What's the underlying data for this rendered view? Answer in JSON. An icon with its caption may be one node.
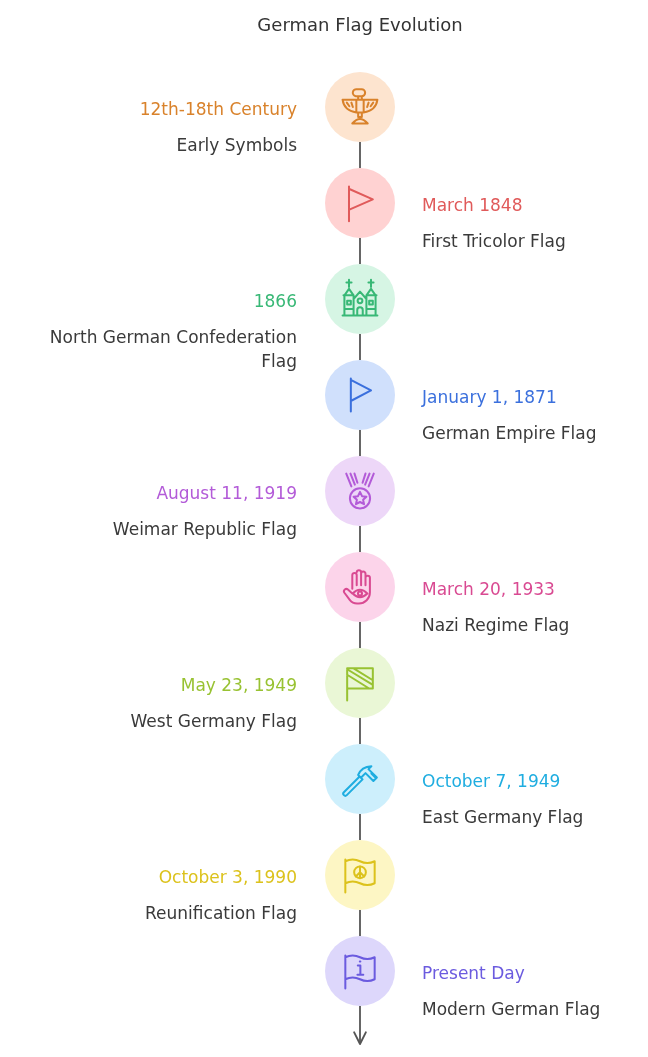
{
  "diagram": {
    "title": "German Flag Evolution",
    "nodes": [
      {
        "text": [],
        "shape": "circle",
        "beside": [
          "12th-18th Century",
          "Early Symbols"
        ]
      },
      {
        "text": [],
        "shape": "circle",
        "beside": [
          "March 1848",
          "First Tricolor Flag"
        ]
      },
      {
        "text": [],
        "shape": "circle",
        "beside": [
          "1866",
          "North German Confederation Flag"
        ]
      },
      {
        "text": [],
        "shape": "circle",
        "beside": [
          "January 1, 1871",
          "German Empire Flag"
        ]
      },
      {
        "text": [],
        "shape": "circle",
        "beside": [
          "August 11, 1919",
          "Weimar Republic Flag"
        ]
      },
      {
        "text": [],
        "shape": "circle",
        "beside": [
          "March 20, 1933",
          "Nazi Regime Flag"
        ]
      },
      {
        "text": [],
        "shape": "circle",
        "beside": [
          "May 23, 1949",
          "West Germany Flag"
        ]
      },
      {
        "text": [],
        "shape": "circle",
        "beside": [
          "October 7, 1949",
          "East Germany Flag"
        ]
      },
      {
        "text": [],
        "shape": "circle",
        "beside": [
          "October 3, 1990",
          "Reunification Flag"
        ]
      },
      {
        "text": [],
        "shape": "circle",
        "beside": [
          "Present Day",
          "Modern German Flag"
        ]
      }
    ],
    "edges": [
      {
        "from": 0,
        "to": 1,
        "arrow": "none"
      },
      {
        "from": 1,
        "to": 2,
        "arrow": "none"
      },
      {
        "from": 2,
        "to": 3,
        "arrow": "none"
      },
      {
        "from": 3,
        "to": 4,
        "arrow": "none"
      },
      {
        "from": 4,
        "to": 5,
        "arrow": "none"
      },
      {
        "from": 5,
        "to": 6,
        "arrow": "none"
      },
      {
        "from": 6,
        "to": 7,
        "arrow": "none"
      },
      {
        "from": 7,
        "to": 8,
        "arrow": "none"
      },
      {
        "from": 8,
        "to": 9,
        "arrow": "none"
      },
      {
        "from": 9,
        "to": null,
        "arrow": "to"
      }
    ]
  }
}
